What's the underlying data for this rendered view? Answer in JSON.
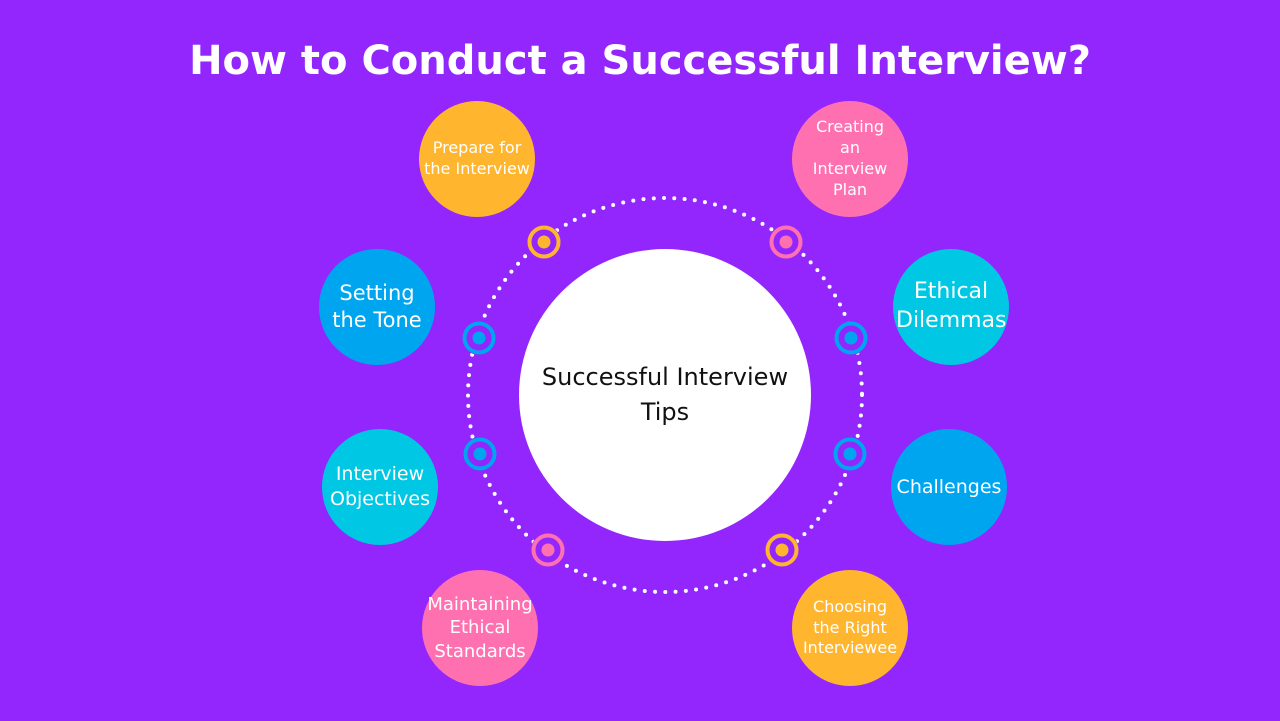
{
  "title": "How to Conduct a Successful Interview?",
  "center_label": "Successful Interview Tips",
  "colors": {
    "background": "#9226fd",
    "orange": "#ffb52e",
    "pink": "#ff70b0",
    "blue": "#00a5f0",
    "cyan": "#00c8e4"
  },
  "nodes": [
    {
      "label": "Prepare for the Interview",
      "color": "orange"
    },
    {
      "label": "Creating an Interview Plan",
      "color": "pink"
    },
    {
      "label": "Setting the Tone",
      "color": "blue"
    },
    {
      "label": "Ethical Dilemmas",
      "color": "cyan"
    },
    {
      "label": "Interview Objectives",
      "color": "cyan"
    },
    {
      "label": "Challenges",
      "color": "blue"
    },
    {
      "label": "Maintaining Ethical Standards",
      "color": "pink"
    },
    {
      "label": "Choosing the Right Interviewee",
      "color": "orange"
    }
  ]
}
